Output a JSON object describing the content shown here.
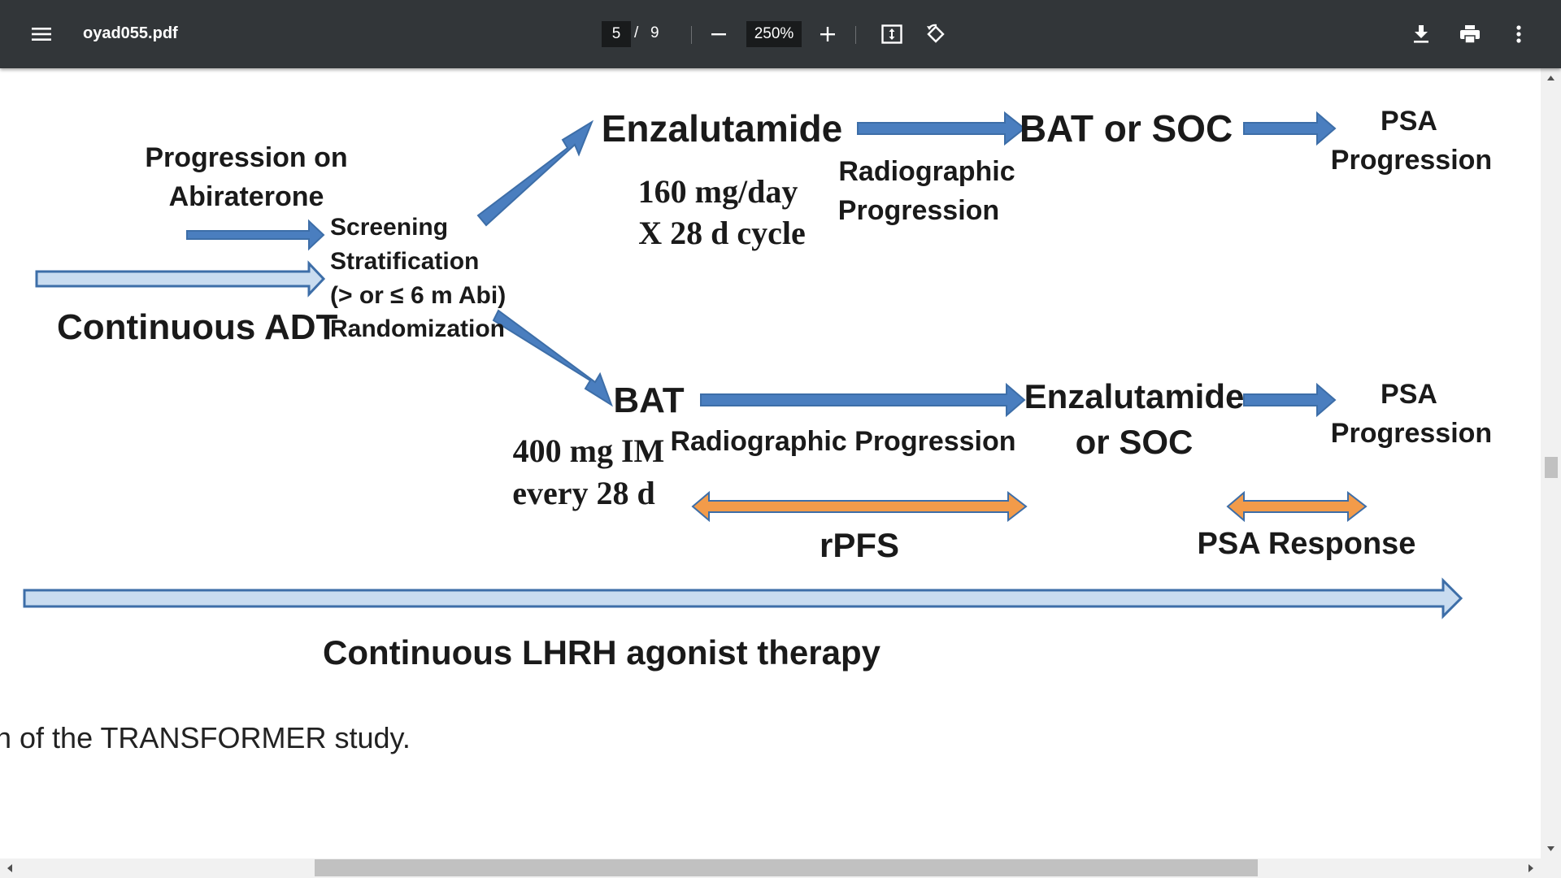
{
  "toolbar": {
    "menu_icon": "hamburger-menu-icon",
    "title": "oyad055.pdf",
    "page_current": "5",
    "page_separator": "/",
    "page_total": "9",
    "zoom": "250%",
    "icons": [
      "minus-icon",
      "plus-icon",
      "fit-page-icon",
      "rotate-icon",
      "download-icon",
      "print-icon",
      "more-vert-icon"
    ]
  },
  "diagram": {
    "progression_on": "Progression on",
    "abiraterone": "Abiraterone",
    "continuous_adt": "Continuous ADT",
    "screening": "Screening",
    "stratification": "Stratification",
    "abi_strat": "(> or ≤ 6 m Abi)",
    "randomization": "Randomization",
    "arm1": {
      "drug": "Enzalutamide",
      "dose_line1": "160 mg/day",
      "dose_line2": "X 28 d cycle",
      "trigger_line1": "Radiographic",
      "trigger_line2": "Progression",
      "next": "BAT or SOC",
      "end_line1": "PSA",
      "end_line2": "Progression"
    },
    "arm2": {
      "drug": "BAT",
      "dose_line1": "400 mg IM",
      "dose_line2": "every 28 d",
      "trigger": "Radiographic  Progression",
      "next_line1": "Enzalutamide",
      "next_line2": "or SOC",
      "end_line1": "PSA",
      "end_line2": "Progression"
    },
    "rpfs": "rPFS",
    "psa_response": "PSA Response",
    "lhrh": "Continuous LHRH agonist therapy",
    "colors": {
      "blue_arrow": "#4a7ebf",
      "light_arrow": "#c9dcf0",
      "orange_arrow": "#f29b4a"
    }
  },
  "caption": "n of the TRANSFORMER study."
}
